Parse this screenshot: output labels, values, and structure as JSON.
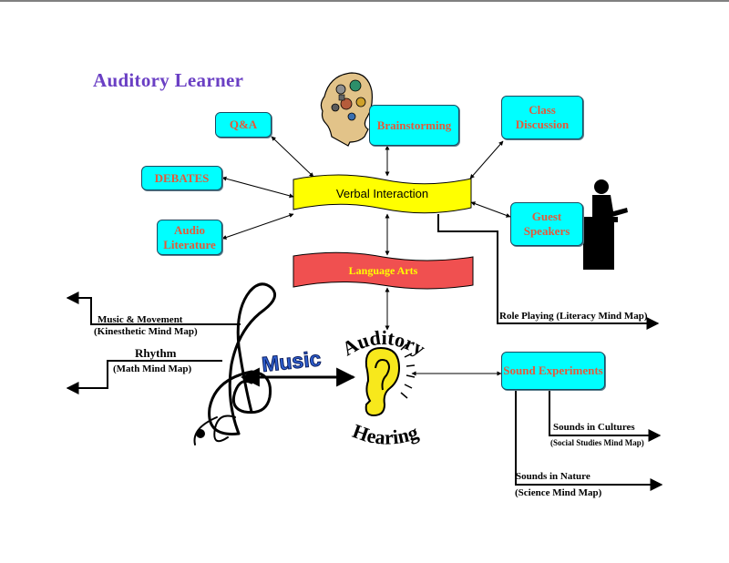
{
  "title": "Auditory Learner",
  "nodes": {
    "qa": "Q&A",
    "debates": "DEBATES",
    "audio_literature": "Audio Literature",
    "brainstorming": "Brainstorming",
    "class_discussion": "Class Discussion",
    "guest_speakers": "Guest Speakers",
    "verbal_interaction": "Verbal Interaction",
    "language_arts": "Language Arts",
    "sound_experiments": "Sound Experiments"
  },
  "branches": {
    "role_playing": "Role Playing (Literacy Mind Map)",
    "music_movement": "Music & Movement",
    "kinesthetic": "(Kinesthetic Mind Map)",
    "rhythm": "Rhythm",
    "math": "(Math Mind Map)",
    "sounds_cultures": "Sounds in Cultures",
    "social_studies": "(Social Studies Mind Map)",
    "sounds_nature": "Sounds in Nature",
    "science": "(Science Mind Map)"
  },
  "art": {
    "music": "Music",
    "auditory": "Auditory",
    "hearing": "Hearing"
  },
  "colors": {
    "box_fill": "#00ffff",
    "box_text": "#e35a3a",
    "title": "#6a3fc4",
    "verbal_banner": "#ffff00",
    "language_banner": "#f05050",
    "language_text": "#ffff00",
    "ear": "#f7e81c",
    "music_text": "#2f5fd0"
  },
  "icons": [
    "brain-icon",
    "speaker-podium-icon",
    "treble-clef-icon",
    "ear-icon"
  ]
}
